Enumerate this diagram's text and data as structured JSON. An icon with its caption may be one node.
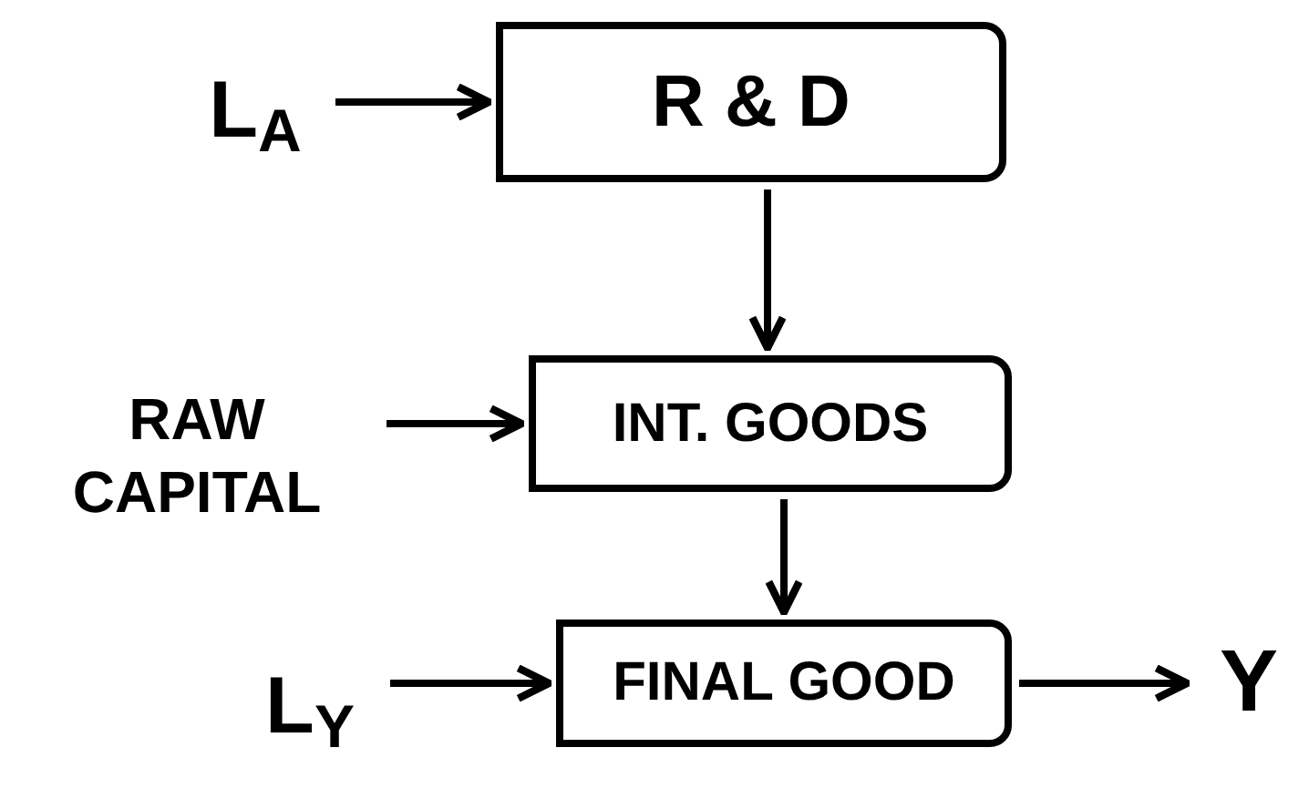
{
  "diagram": {
    "nodes": [
      {
        "text": [
          "L$_{A}$"
        ]
      },
      {
        "text": [
          "R & D"
        ]
      },
      {
        "text": [
          "RAW CAPITAL"
        ]
      },
      {
        "text": [
          "INT. GOODS"
        ]
      },
      {
        "text": [
          "L$_{Y}$"
        ]
      },
      {
        "text": [
          "FINAL GOOD"
        ]
      },
      {
        "text": [
          "Y"
        ]
      }
    ],
    "edges": [
      {
        "from": 0,
        "to": 1,
        "arrow": "to"
      },
      {
        "from": 1,
        "to": 3,
        "arrow": "to"
      },
      {
        "from": 2,
        "to": 3,
        "arrow": "to"
      },
      {
        "from": 3,
        "to": 5,
        "arrow": "to"
      },
      {
        "from": 4,
        "to": 5,
        "arrow": "to"
      },
      {
        "from": 5,
        "to": 6,
        "arrow": "to"
      }
    ]
  }
}
